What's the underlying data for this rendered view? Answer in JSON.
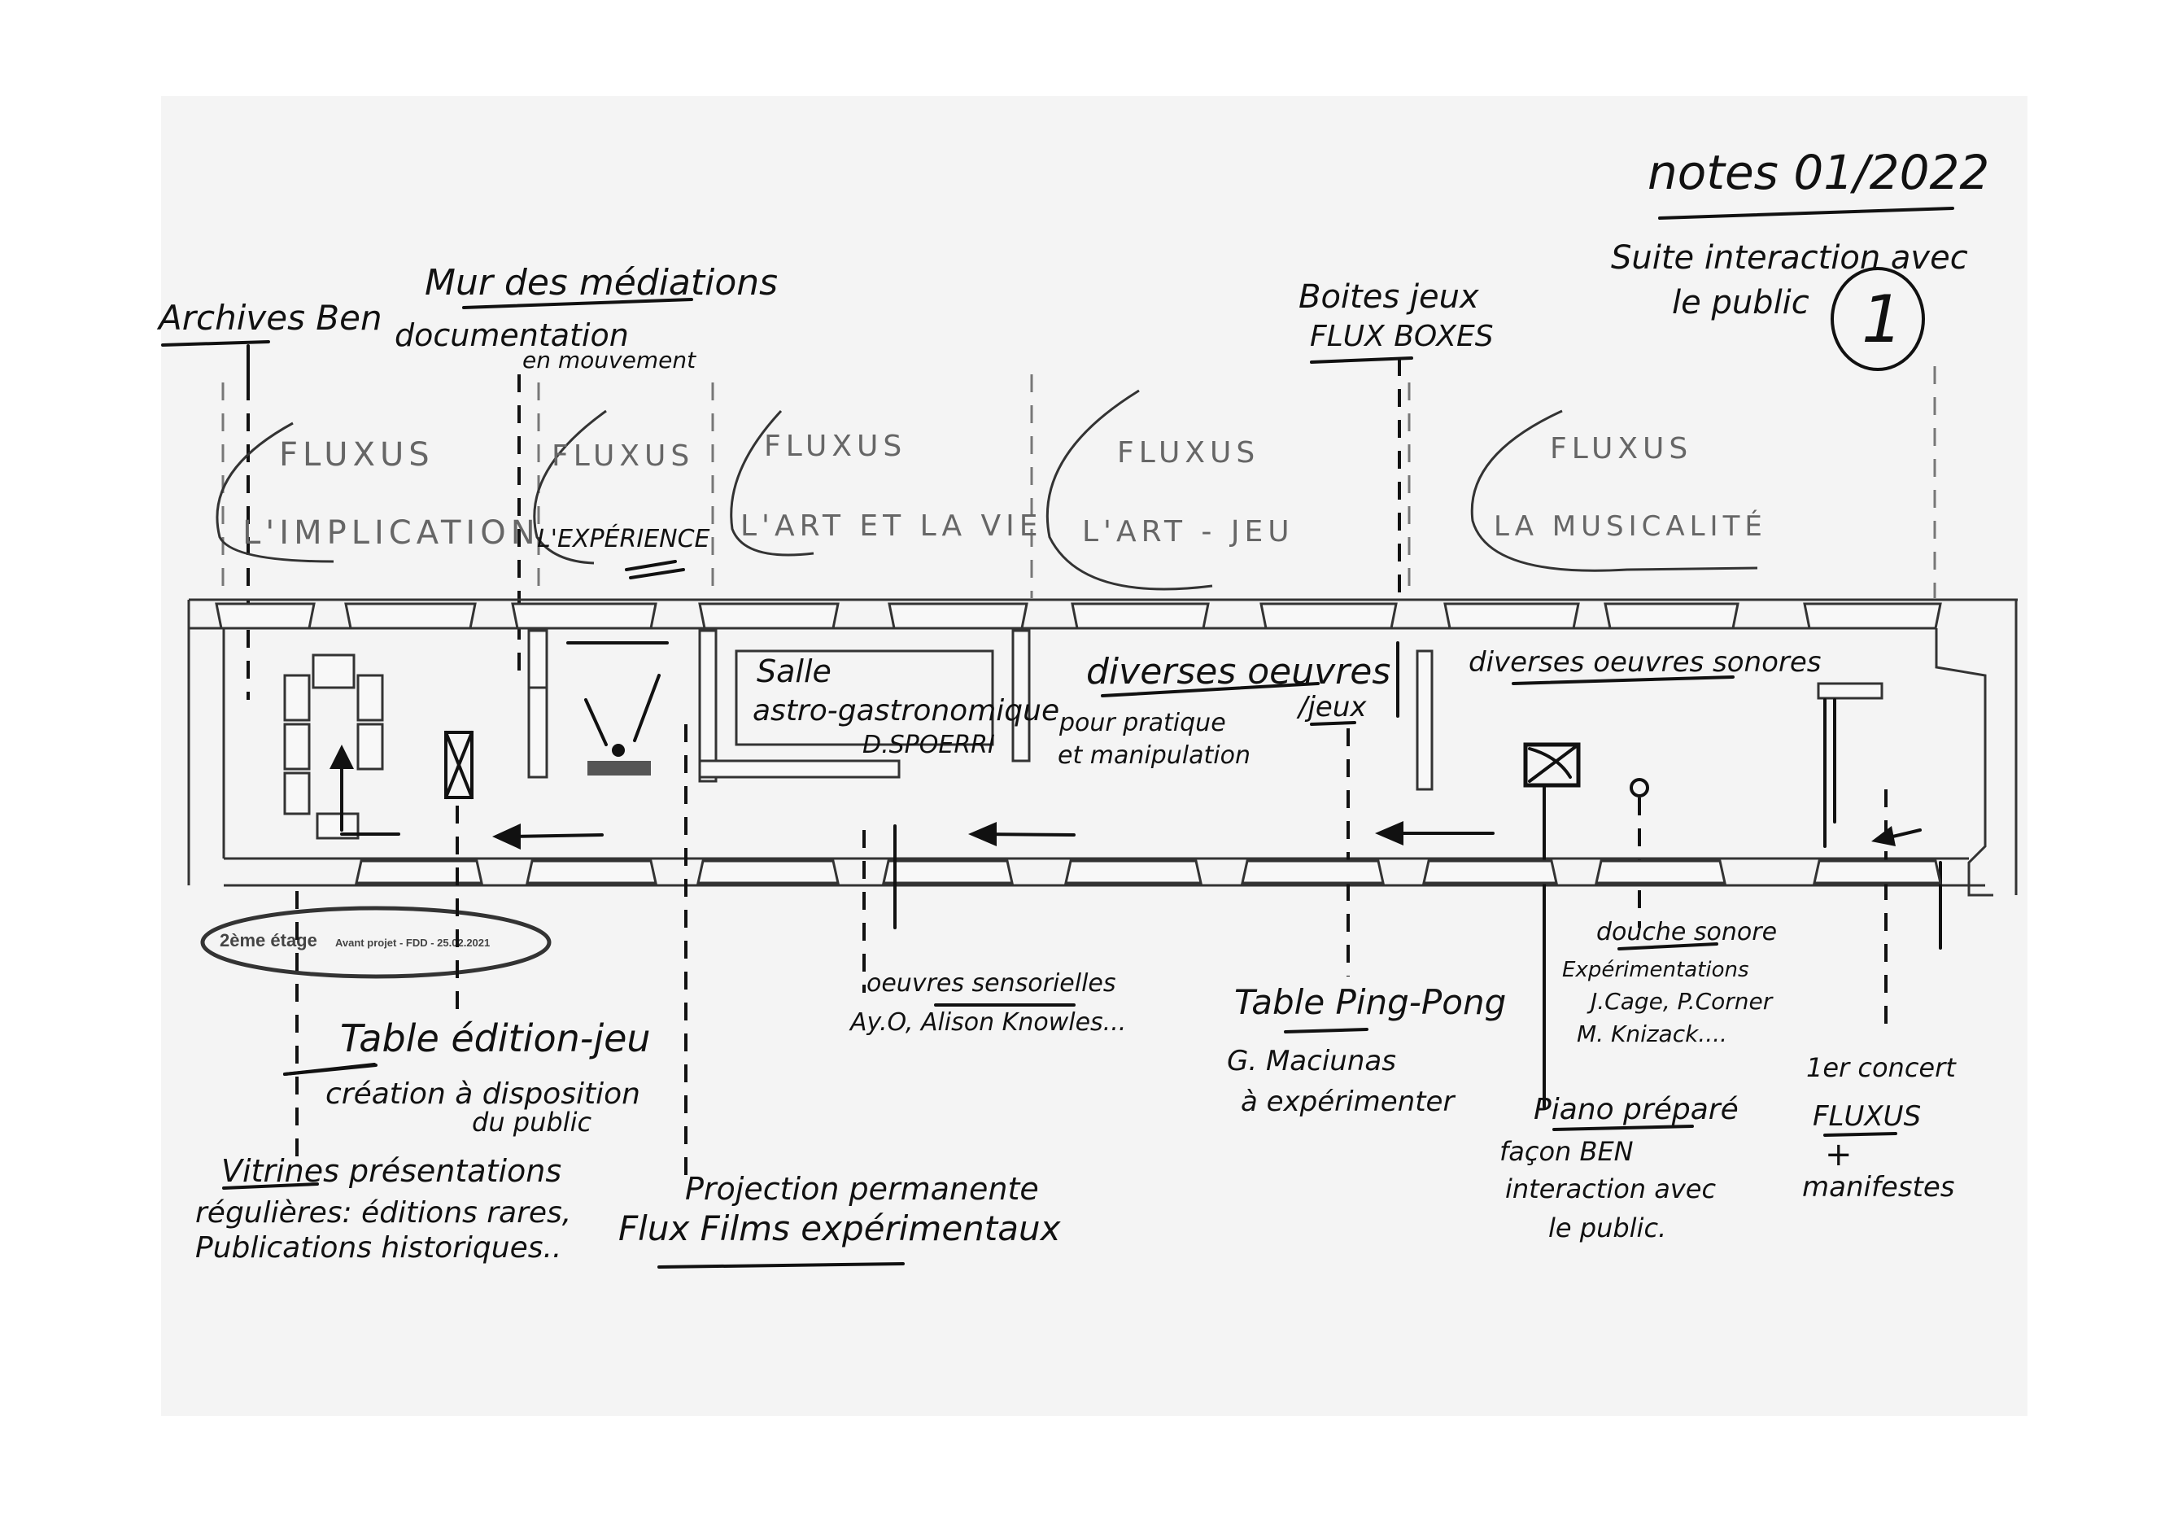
{
  "header": {
    "notes": "notes 01/2022",
    "subtitle_1": "Suite interaction avec",
    "subtitle_2": "le public",
    "number": "1"
  },
  "top_labels": {
    "archives": "Archives Ben",
    "mur": "Mur des médiations",
    "documentation": "documentation",
    "mouvement": "en mouvement",
    "boites": "Boites jeux",
    "fluxboxes": "FLUX BOXES"
  },
  "rooms": [
    {
      "title": "FLUXUS",
      "theme": "L'IMPLICATION"
    },
    {
      "title": "FLUXUS",
      "theme": "L'EXPÉRIENCE"
    },
    {
      "title": "FLUXUS",
      "theme": "L'ART ET LA VIE"
    },
    {
      "title": "FLUXUS",
      "theme": "L'ART - JEU"
    },
    {
      "title": "FLUXUS",
      "theme": "LA MUSICALITÉ"
    }
  ],
  "plan": {
    "salle_1": "Salle",
    "salle_2": "astro-gastronomique",
    "salle_3": "D.SPOERRI",
    "diverses_1": "diverses oeuvres",
    "diverses_jeux": "/jeux",
    "diverses_2": "pour pratique",
    "diverses_3": "et manipulation",
    "sonores": "diverses oeuvres sonores",
    "stamp_floor": "2ème étage",
    "stamp_meta": "Avant projet - FDD - 25.02.2021"
  },
  "bottom_labels": {
    "sensorielles_1": "oeuvres sensorielles",
    "sensorielles_2": "Ay.O, Alison Knowles...",
    "table_1": "Table édition-jeu",
    "table_2": "création à disposition",
    "table_3": "du public",
    "vitrines_1": "Vitrines présentations",
    "vitrines_2": "régulières: éditions rares,",
    "vitrines_3": "Publications historiques..",
    "projection_1": "Projection permanente",
    "projection_2": "Flux Films expérimentaux",
    "pingpong_1": "Table Ping-Pong",
    "pingpong_2": "G. Maciunas",
    "pingpong_3": "à expérimenter",
    "douche_1": "douche sonore",
    "douche_2": "Expérimentations",
    "douche_3": "J.Cage, P.Corner",
    "douche_4": "M. Knizack....",
    "piano_1": "Piano préparé",
    "piano_2": "façon BEN",
    "piano_3": "interaction avec",
    "piano_4": "le public.",
    "concert_1": "1er concert",
    "concert_2": "FLUXUS",
    "concert_3": "+",
    "concert_4": "manifestes"
  }
}
